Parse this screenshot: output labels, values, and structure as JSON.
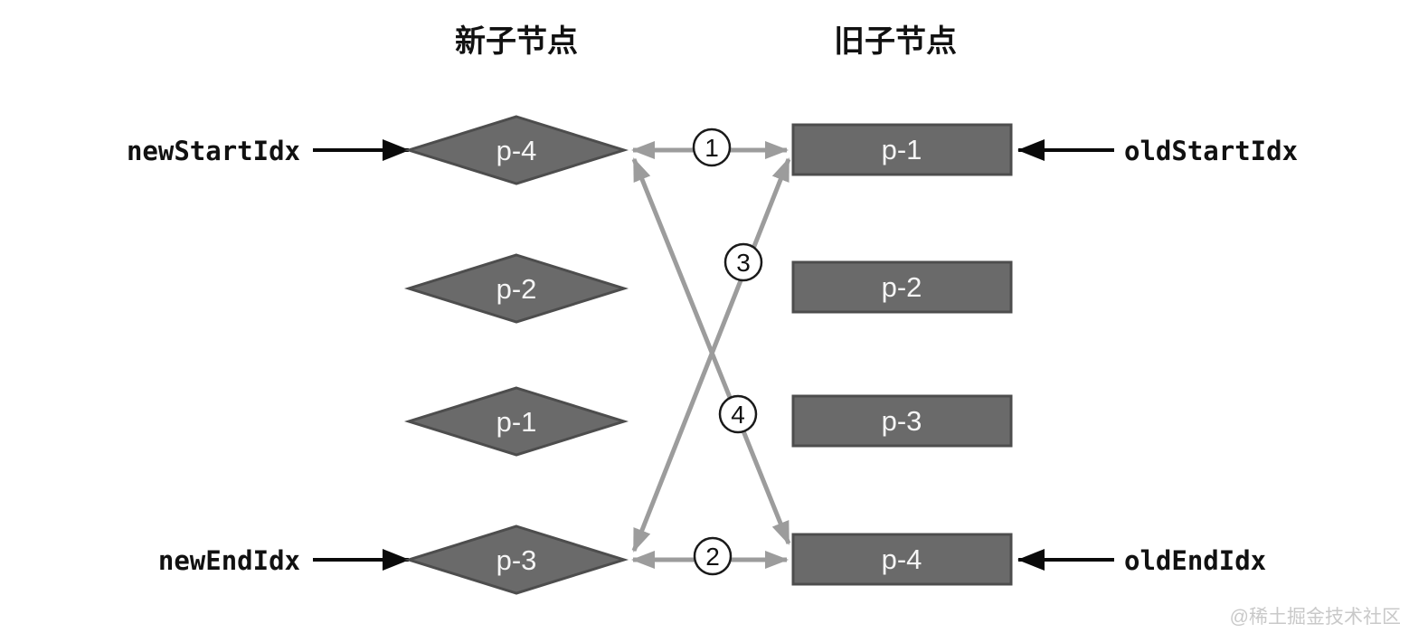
{
  "diagram": {
    "new_heading": "新子节点",
    "old_heading": "旧子节点",
    "new_children": [
      "p-4",
      "p-2",
      "p-1",
      "p-3"
    ],
    "old_children": [
      "p-1",
      "p-2",
      "p-3",
      "p-4"
    ],
    "pointers": {
      "new_start": "newStartIdx",
      "new_end": "newEndIdx",
      "old_start": "oldStartIdx",
      "old_end": "oldEndIdx"
    },
    "steps": [
      {
        "label": "1",
        "new_node": "p-4",
        "old_node": "p-1"
      },
      {
        "label": "2",
        "new_node": "p-3",
        "old_node": "p-4"
      },
      {
        "label": "3",
        "new_node": "p-3",
        "old_node": "p-1"
      },
      {
        "label": "4",
        "new_node": "p-4",
        "old_node": "p-4"
      }
    ],
    "watermark": "@稀土掘金技术社区"
  },
  "colors": {
    "node_fill": "#6a6a6a",
    "node_border": "#4d4d4d",
    "node_text": "#f5f5f5",
    "connector_gray": "#9c9c9c",
    "pointer_black": "#0a0a0a",
    "badge_background": "#ffffff",
    "badge_border": "#1a1a1a",
    "watermark_gray": "#c9c9c9",
    "background": "#ffffff"
  }
}
